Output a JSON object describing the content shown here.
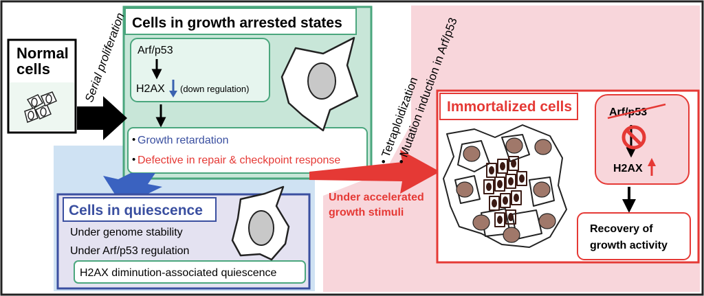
{
  "normal": {
    "title_line1": "Normal",
    "title_line2": "cells"
  },
  "serial_label": "Serial proliferation",
  "arrested": {
    "title": "Cells in growth arrested states",
    "pathway_top": "Arf/p53",
    "pathway_bottom": "H2AX",
    "down_note": "(down regulation)",
    "outcome_1": "Growth retardation",
    "outcome_2": "Defective in repair & checkpoint response"
  },
  "quiescence": {
    "title": "Cells in quiescence",
    "line_1": "Under genome stability",
    "line_2": "Under Arf/p53 regulation",
    "box": "H2AX diminution-associated quiescence"
  },
  "transition": {
    "label_1": "Tetraploidization",
    "label_2": "Mutation induction in Arf/p53",
    "stimuli_line1": "Under accelerated",
    "stimuli_line2": "growth stimuli"
  },
  "immortalized": {
    "title": "Immortalized cells",
    "pathway_top": "Arf/p53",
    "pathway_bottom": "H2AX",
    "recovery_line1": "Recovery of",
    "recovery_line2": "growth activity"
  },
  "colors": {
    "green": "#4aa67d",
    "green_fill": "#c8e6d8",
    "light_green": "#e6f5ee",
    "blue": "#3a4fa0",
    "blue_fill": "#cfe2f3",
    "red": "#e53935",
    "pink": "#f8d6db",
    "nucleus": "#a0786a"
  }
}
